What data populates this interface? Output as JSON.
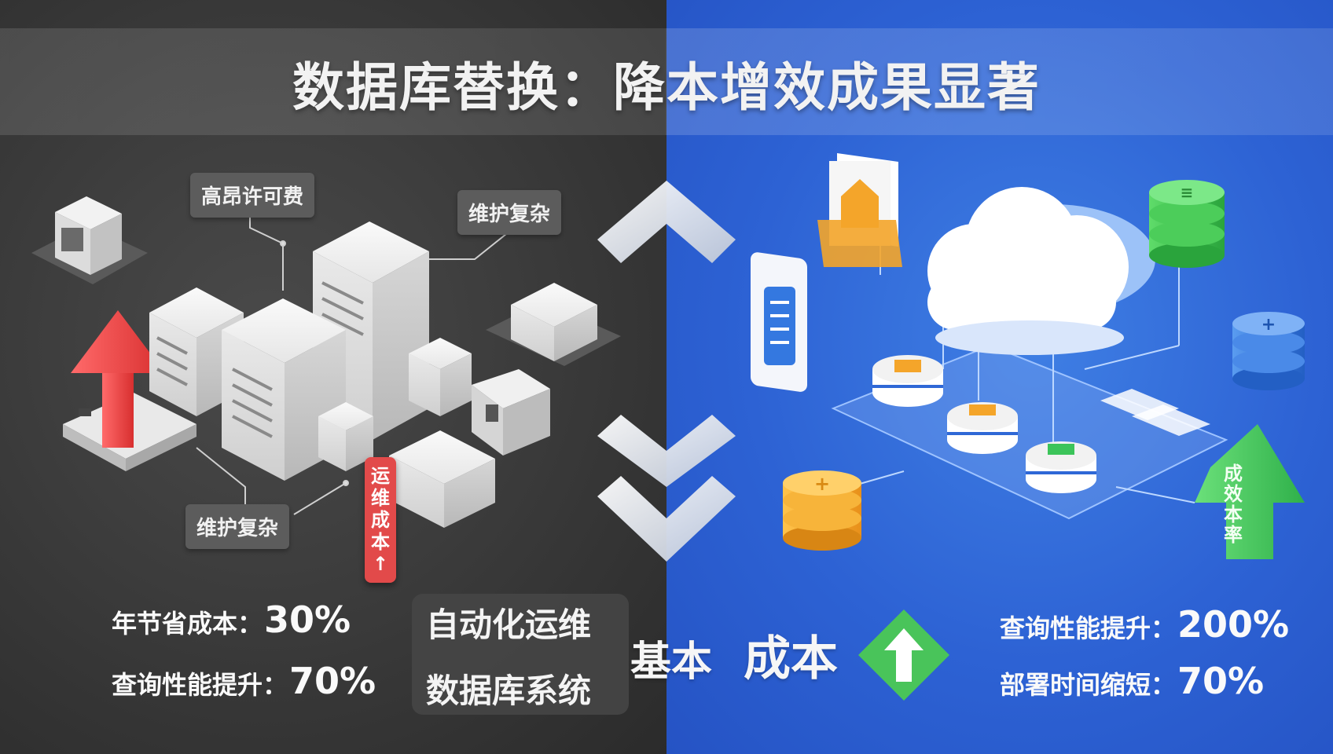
{
  "title": "数据库替换：降本增效成果显著",
  "colors": {
    "left_bg": "#343434",
    "right_bg": "#2d62d4",
    "up_red": "#e84545",
    "up_green": "#3cc45a",
    "coin": "#f4a52a",
    "db_green": "#38c04e",
    "db_blue": "#2f74d8"
  },
  "left": {
    "tags": [
      "高昂许可费",
      "维护复杂",
      "维护复杂"
    ],
    "red_badge": "运维成本↑",
    "stats": [
      {
        "label": "年节省成本：",
        "value": "30%"
      },
      {
        "label": "查询性能提升：",
        "value": "70%"
      }
    ]
  },
  "middle": {
    "card_lines": [
      "自动化运维",
      "数据库系统"
    ],
    "bottom_text_left": "基本",
    "bottom_text_right": "成本",
    "icons": [
      "chevron-up-icon",
      "chevron-down-icon",
      "chevron-down-icon",
      "up-down-arrow-icon"
    ]
  },
  "right": {
    "green_arrow_text": "成效本率",
    "stats": [
      {
        "label": "查询性能提升：",
        "value": "200%"
      },
      {
        "label": "部署时间缩短：",
        "value": "70%"
      }
    ],
    "icons": [
      "cloud-icon",
      "document-icon",
      "tablet-icon",
      "database-green-icon",
      "database-blue-icon",
      "coin-stack-icon",
      "up-arrow-icon"
    ]
  }
}
